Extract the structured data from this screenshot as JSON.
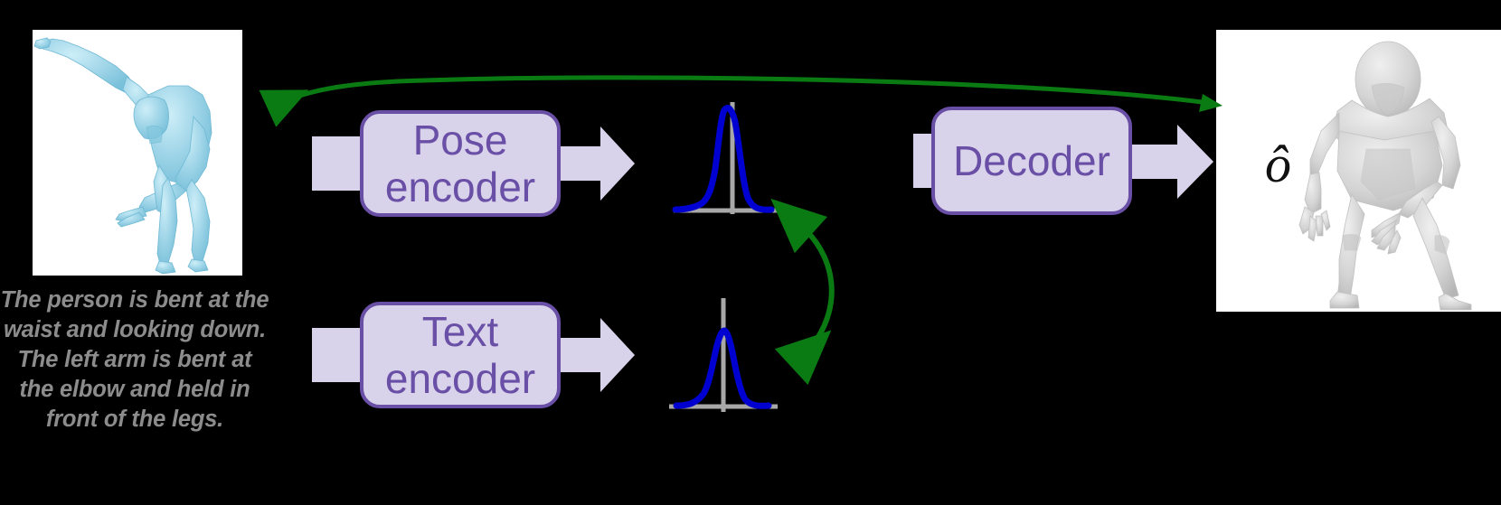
{
  "diagram": {
    "title": "Pose-text VAE alignment pipeline",
    "background_color": "#000000"
  },
  "caption": {
    "text": "The person is bent at the waist and looking down. The left arm is bent at the elbow and held in front of the legs.",
    "color": "#8c8c8c",
    "style": "bold-italic"
  },
  "boxes": {
    "pose_encoder": {
      "label": "Pose\nencoder",
      "line1": "Pose",
      "line2": "encoder"
    },
    "text_encoder": {
      "label": "Text\nencoder",
      "line1": "Text",
      "line2": "encoder"
    },
    "decoder": {
      "label": "Decoder",
      "line1": "Decoder",
      "line2": ""
    },
    "fill_color": "#d8d2ea",
    "border_color": "#6a4fa6",
    "text_color": "#6a4fa6"
  },
  "distributions": {
    "top": {
      "name": "pose-latent-distribution",
      "curve_color": "#0000d0",
      "axis_color": "#a8a8a8"
    },
    "bottom": {
      "name": "text-latent-distribution",
      "curve_color": "#0000d0",
      "axis_color": "#a8a8a8"
    }
  },
  "arrows": {
    "reconstruction_loss": {
      "name": "reconstruction-arrow",
      "color": "#0a7a12",
      "direction": "right-to-left"
    },
    "kl_alignment": {
      "name": "distribution-alignment-arrow",
      "color": "#0a7a12",
      "direction": "double"
    },
    "flow_color": "#d8d2ea"
  },
  "labels": {
    "output_symbol": "ô"
  },
  "meshes": {
    "input_pose": {
      "name": "input-pose-mesh",
      "color": "#92d4ea",
      "description": "blue 3D human mesh bent at the waist, one arm extended"
    },
    "output_pose": {
      "name": "reconstructed-pose-mesh",
      "color": "#d0d0d0",
      "description": "gray 3D human mesh crouching with arms down"
    }
  }
}
